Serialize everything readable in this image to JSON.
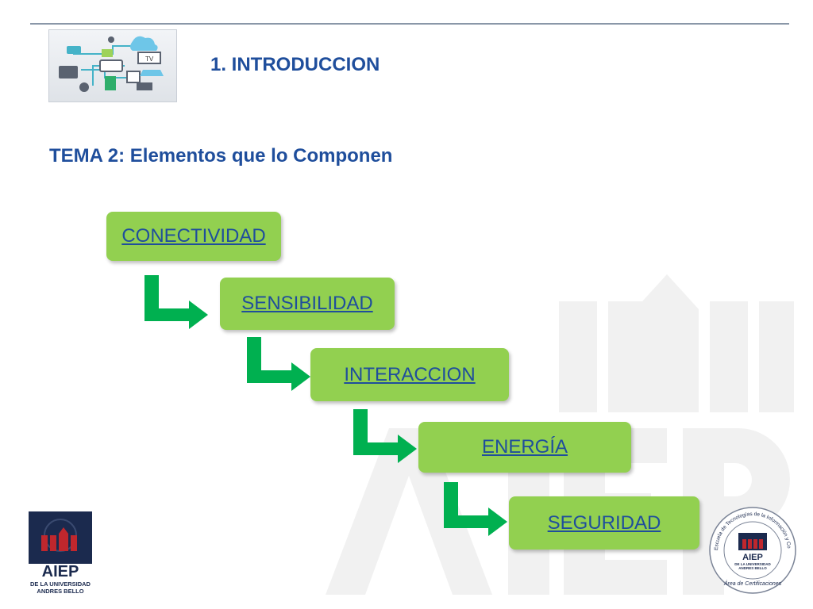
{
  "header": {
    "title": "1. INTRODUCCION",
    "image_icon": "iot-devices-illustration",
    "tv_label": "TV"
  },
  "subtitle": "TEMA 2: Elementos que lo Componen",
  "steps": [
    {
      "label": "CONECTIVIDAD"
    },
    {
      "label": "SENSIBILIDAD"
    },
    {
      "label": "INTERACCION"
    },
    {
      "label": "ENERGÍA"
    },
    {
      "label": "SEGURIDAD"
    }
  ],
  "colors": {
    "step_fill": "#92d050",
    "arrow": "#00b050",
    "title": "#1f4e9c",
    "brand_navy": "#1b2a4e",
    "brand_red": "#c0272d"
  },
  "logo_left": {
    "name": "AIEP",
    "line1": "DE LA UNIVERSIDAD",
    "line2": "ANDRES BELLO"
  },
  "seal": {
    "ring_text": "Escuela de Tecnologías de la Información y Comunicaciones AIEP",
    "bottom_text": "Área de Certificaciones",
    "center_name": "AIEP",
    "center_line1": "DE LA UNIVERSIDAD",
    "center_line2": "ANDRES BELLO"
  }
}
